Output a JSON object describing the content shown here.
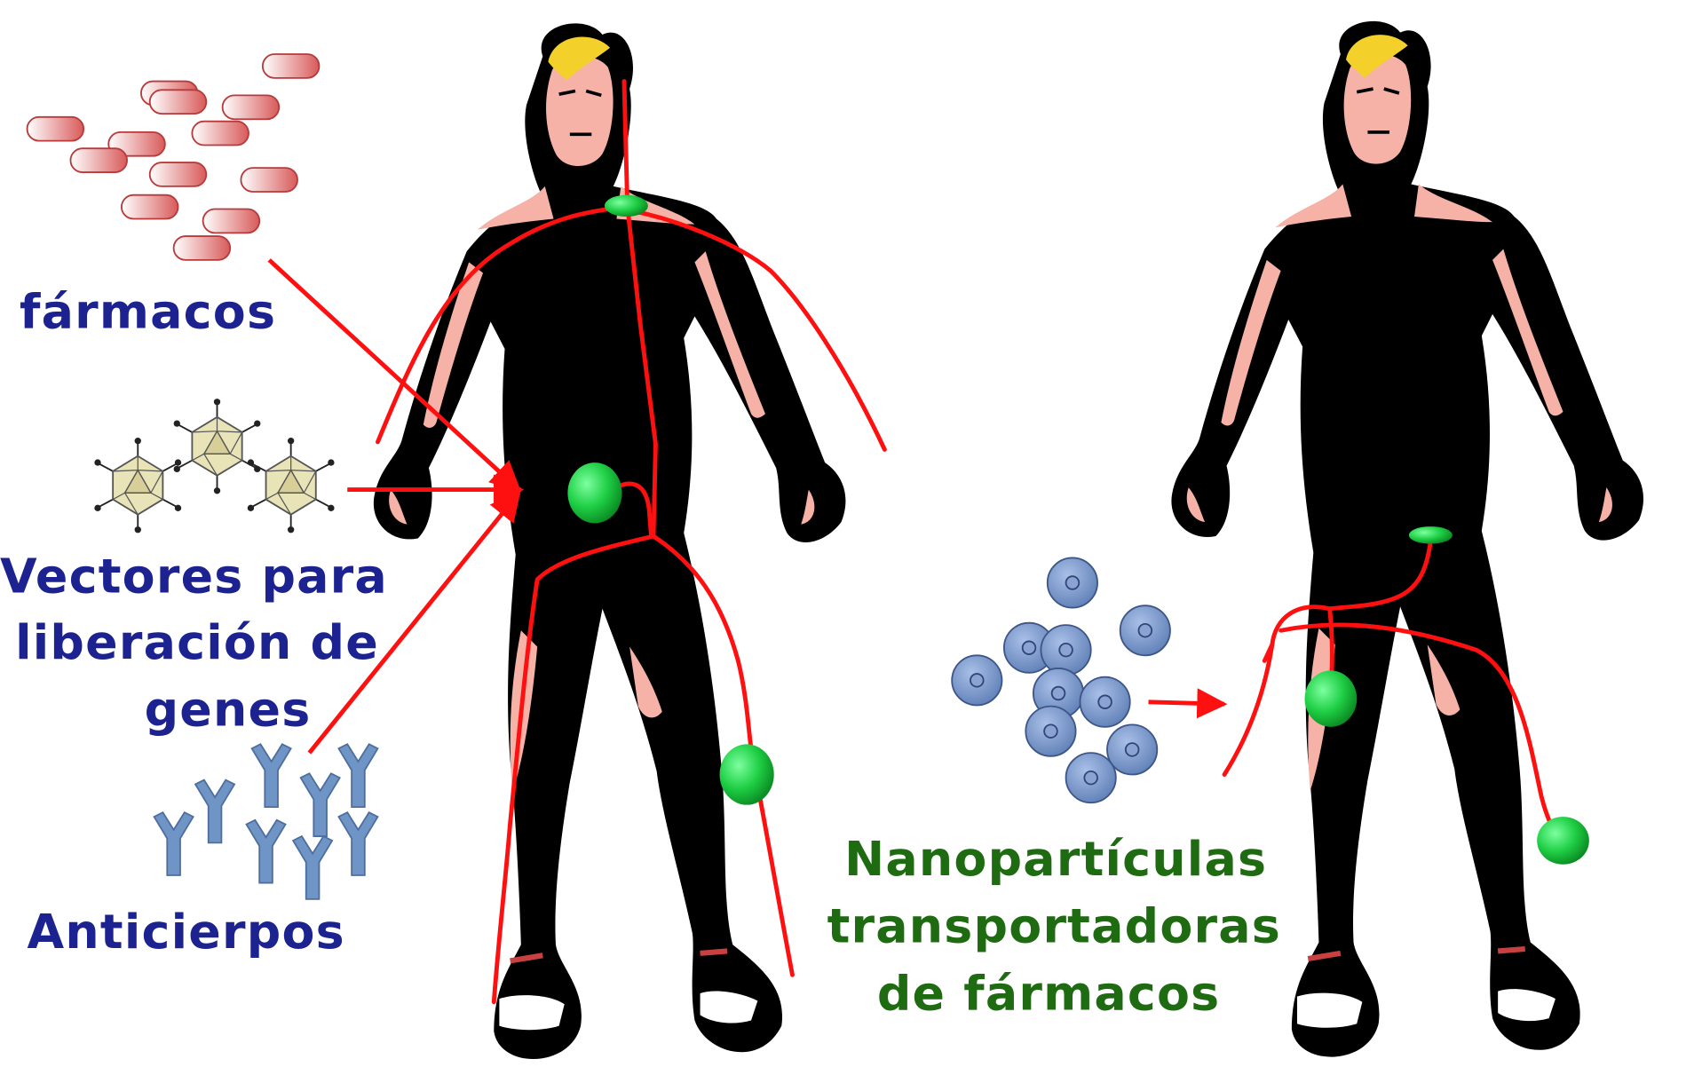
{
  "labels": {
    "farmacos": "fármacos",
    "vectores_line1": "Vectores para",
    "vectores_line2": "liberación de",
    "vectores_line3": "genes",
    "anticuerpos": "Anticierpos",
    "nano_line1": "Nanopartículas",
    "nano_line2": "transportadoras",
    "nano_line3": "de fármacos"
  },
  "colors": {
    "label_blue": "#1c2390",
    "label_green": "#1e6b12",
    "delivery_path": "#ff1010",
    "target_node": "#1fcf45",
    "drug_capsule": "#e07070",
    "antibody": "#6f95c6",
    "nanoparticle": "#7e9ac9",
    "virus_vector": "#e9e3b8"
  },
  "icons": {
    "drugs": "pill-capsule-icon",
    "vectors": "icosahedral-virus-icon",
    "antibodies": "y-antibody-icon",
    "nanoparticles": "cell-nanoparticle-icon"
  }
}
